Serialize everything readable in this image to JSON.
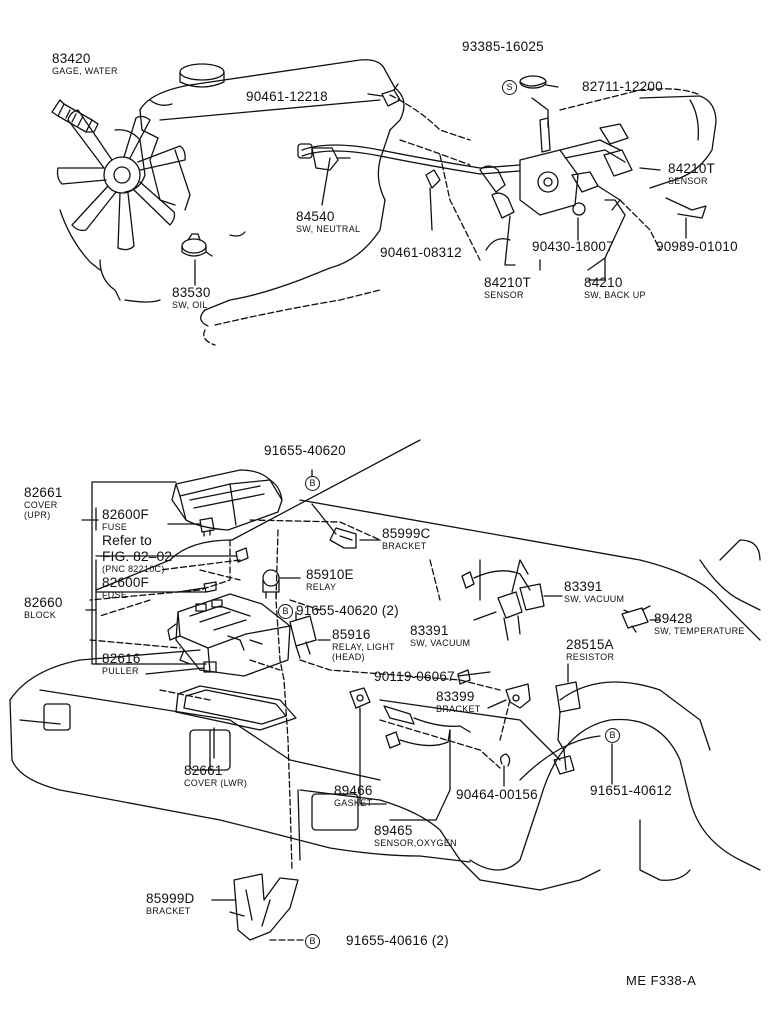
{
  "labels": {
    "p83420": {
      "num": "83420",
      "desc": "GAGE, WATER"
    },
    "p93385_16025": {
      "num": "93385-16025"
    },
    "p82711_12200": {
      "num": "82711-12200"
    },
    "p90461_12218": {
      "num": "90461-12218"
    },
    "p84210T_a": {
      "num": "84210T",
      "desc": "SENSOR"
    },
    "p84540": {
      "num": "84540",
      "desc": "SW, NEUTRAL"
    },
    "p90461_08312": {
      "num": "90461-08312"
    },
    "p90430_18007": {
      "num": "90430-18007"
    },
    "p90989_01010": {
      "num": "90989-01010"
    },
    "p83530": {
      "num": "83530",
      "desc": "SW, OIL"
    },
    "p84210T_b": {
      "num": "84210T",
      "desc": "SENSOR"
    },
    "p84210": {
      "num": "84210",
      "desc": "SW, BACK UP"
    },
    "p91655_40620_top": {
      "num": "91655-40620"
    },
    "p82661_upr": {
      "num": "82661",
      "desc1": "COVER",
      "desc2": "(UPR)"
    },
    "p82600F_a": {
      "num": "82600F",
      "desc": "FUSE"
    },
    "p85999C": {
      "num": "85999C",
      "desc": "BRACKET"
    },
    "refer": {
      "line1": "Refer to",
      "line2": "FIG. 82–02",
      "line3": "(PNC 82210C)"
    },
    "p82600F_b": {
      "num": "82600F",
      "desc": "FUSE"
    },
    "p85910E": {
      "num": "85910E",
      "desc": "RELAY"
    },
    "p83391_a": {
      "num": "83391",
      "desc": "SW, VACUUM"
    },
    "p82660": {
      "num": "82660",
      "desc": "BLOCK"
    },
    "p91655_40620_2": {
      "num": "91655-40620 (2)"
    },
    "p89428": {
      "num": "89428",
      "desc": "SW, TEMPERATURE"
    },
    "p85916": {
      "num": "85916",
      "desc1": "RELAY, LIGHT",
      "desc2": "(HEAD)"
    },
    "p83391_b": {
      "num": "83391",
      "desc": "SW, VACUUM"
    },
    "p28515A": {
      "num": "28515A",
      "desc": "RESISTOR"
    },
    "p82616": {
      "num": "82616",
      "desc": "PULLER"
    },
    "p90119_06067": {
      "num": "90119-06067"
    },
    "p83399": {
      "num": "83399",
      "desc": "BRACKET"
    },
    "p82661_lwr": {
      "num": "82661",
      "desc": "COVER (LWR)"
    },
    "p89466": {
      "num": "89466",
      "desc": "GASKET"
    },
    "p90464_00156": {
      "num": "90464-00156"
    },
    "p91651_40612": {
      "num": "91651-40612"
    },
    "p89465": {
      "num": "89465",
      "desc": "SENSOR,OXYGEN"
    },
    "p85999D": {
      "num": "85999D",
      "desc": "BRACKET"
    },
    "p91655_40616": {
      "num": "91655-40616 (2)"
    },
    "code": "ME  F338-A"
  },
  "markers": {
    "s": "S",
    "b": "B"
  }
}
